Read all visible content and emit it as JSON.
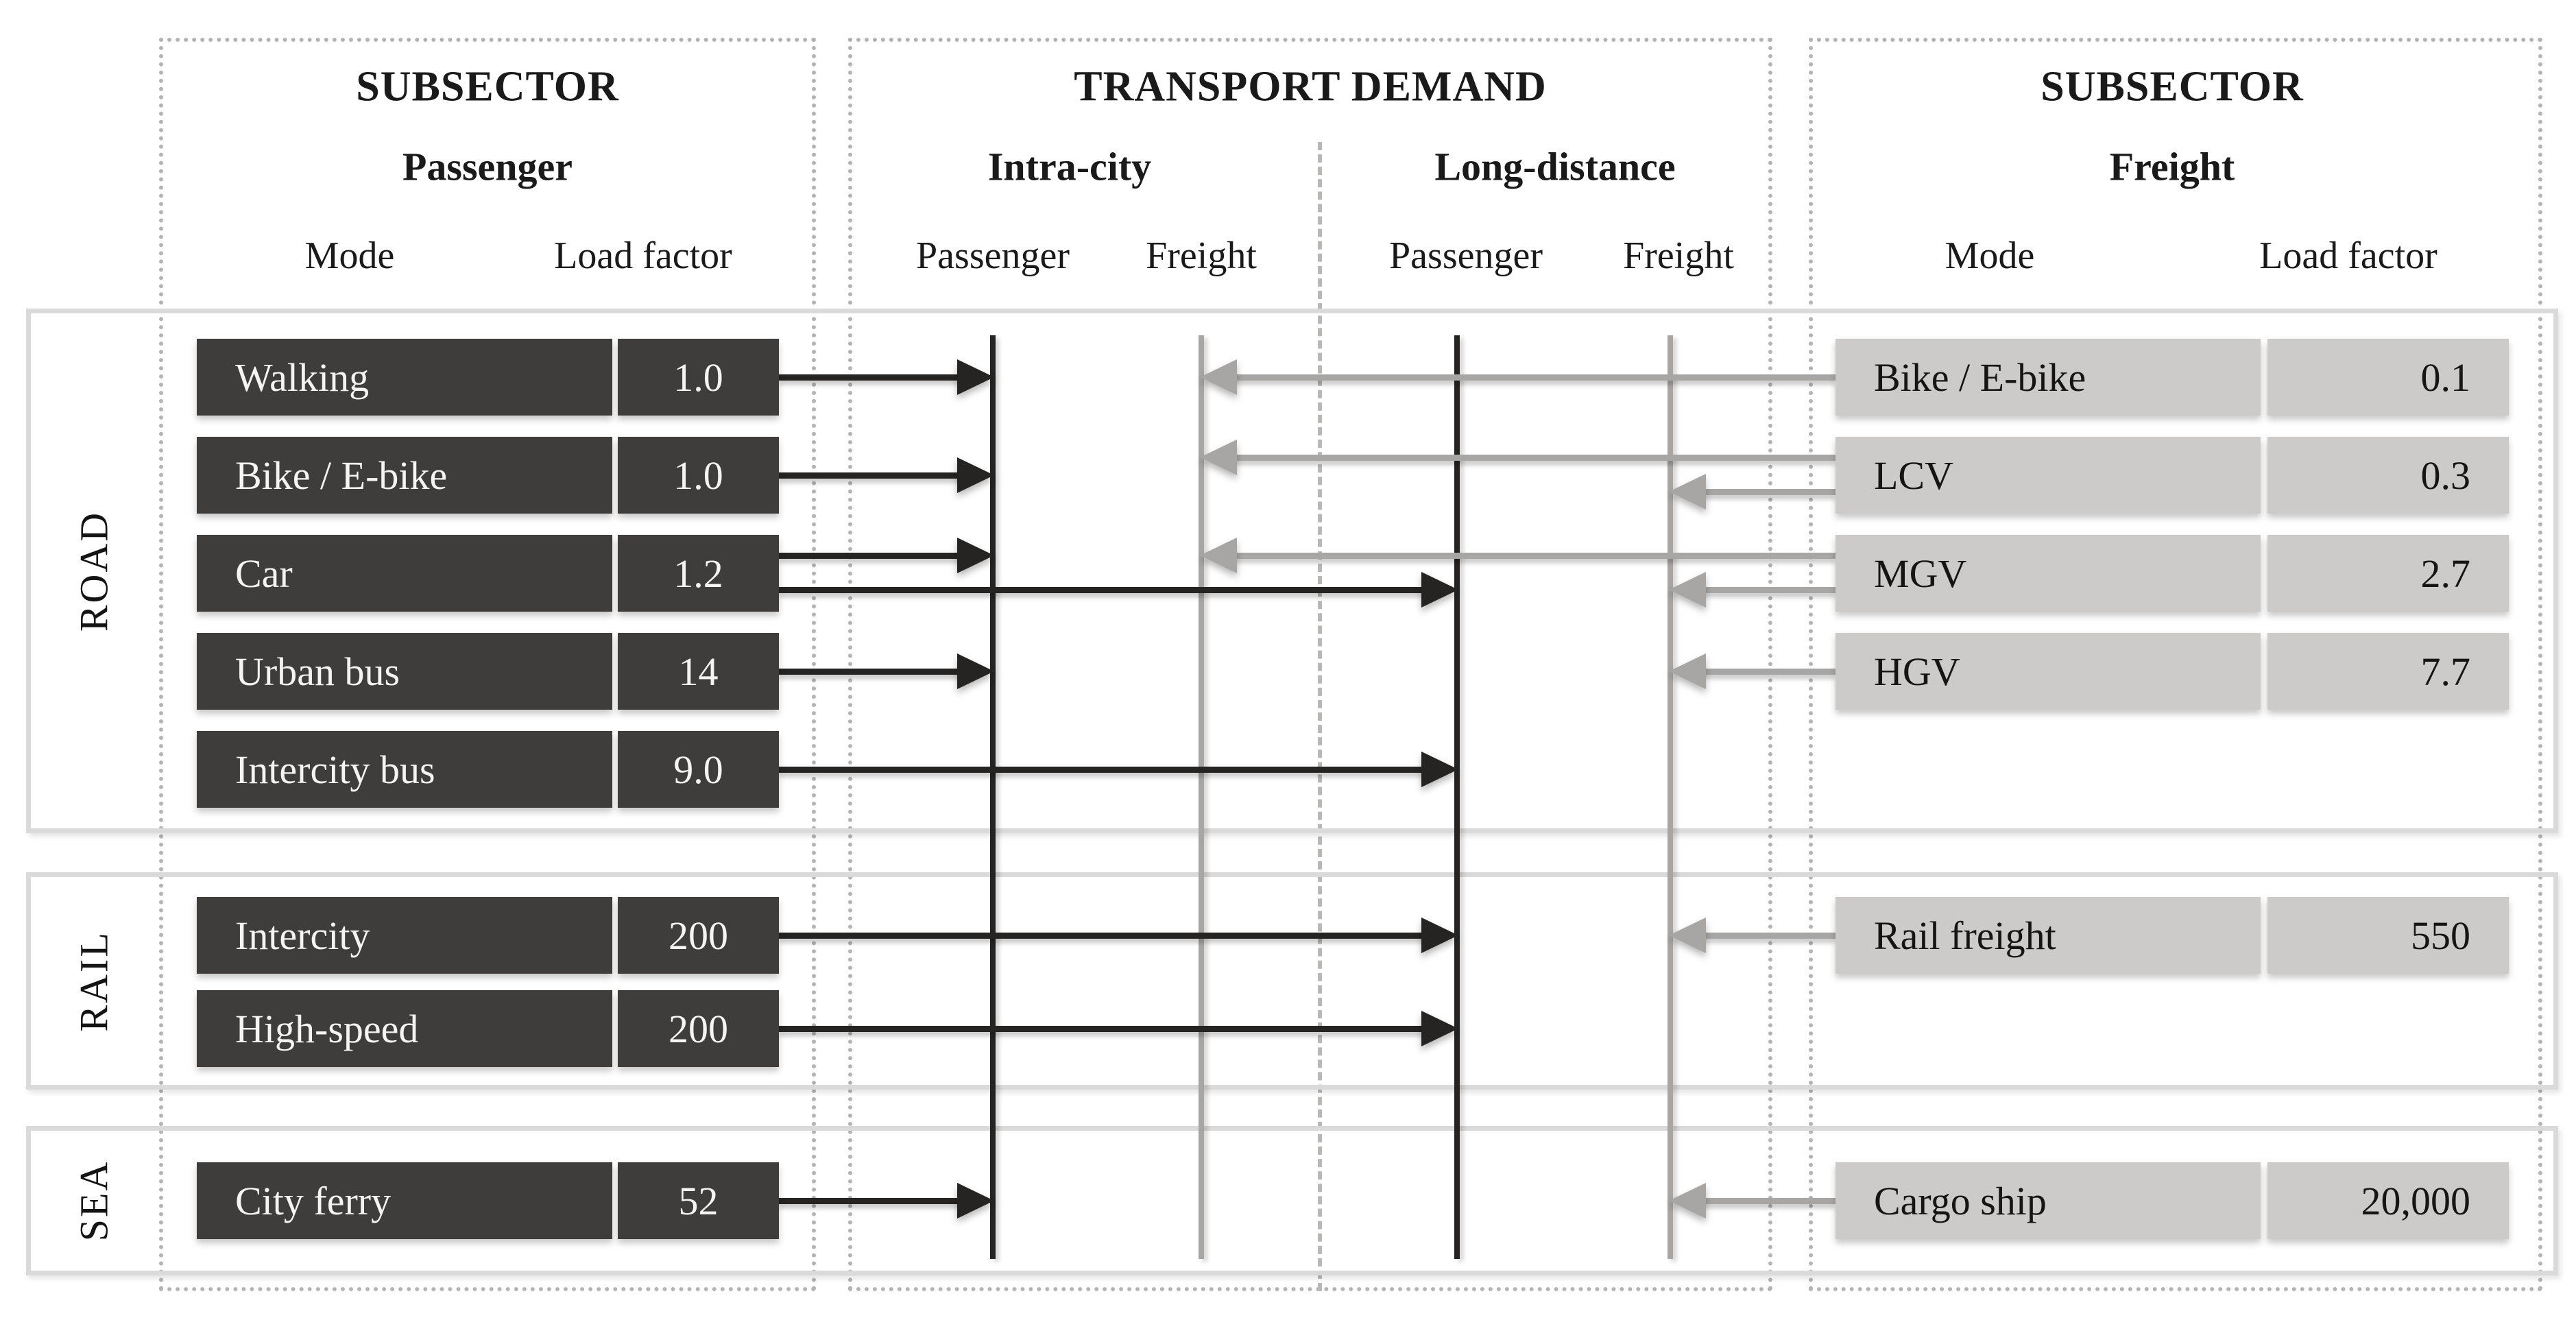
{
  "titles": {
    "left_panel": {
      "title": "SUBSECTOR",
      "subtitle": "Passenger",
      "mode_col": "Mode",
      "load_col": "Load factor"
    },
    "demand_panel": {
      "title": "TRANSPORT DEMAND",
      "groups": [
        {
          "label": "Intra-city",
          "columns": [
            {
              "id": "intra_passenger",
              "label": "Passenger"
            },
            {
              "id": "intra_freight",
              "label": "Freight"
            }
          ]
        },
        {
          "label": "Long-distance",
          "columns": [
            {
              "id": "long_passenger",
              "label": "Passenger"
            },
            {
              "id": "long_freight",
              "label": "Freight"
            }
          ]
        }
      ]
    },
    "right_panel": {
      "title": "SUBSECTOR",
      "subtitle": "Freight",
      "mode_col": "Mode",
      "load_col": "Load factor"
    }
  },
  "demand_lines": [
    {
      "id": "intra_passenger",
      "group": "Intra-city",
      "label": "Passenger",
      "kind": "passenger"
    },
    {
      "id": "intra_freight",
      "group": "Intra-city",
      "label": "Freight",
      "kind": "freight"
    },
    {
      "id": "long_passenger",
      "group": "Long-distance",
      "label": "Passenger",
      "kind": "passenger"
    },
    {
      "id": "long_freight",
      "group": "Long-distance",
      "label": "Freight",
      "kind": "freight"
    }
  ],
  "sectors": [
    {
      "id": "road",
      "label": "ROAD",
      "passenger_modes": [
        {
          "mode": "Walking",
          "load_factor": "1.0",
          "demand": [
            "intra_passenger"
          ]
        },
        {
          "mode": "Bike / E-bike",
          "load_factor": "1.0",
          "demand": [
            "intra_passenger"
          ]
        },
        {
          "mode": "Car",
          "load_factor": "1.2",
          "demand": [
            "intra_passenger",
            "long_passenger"
          ]
        },
        {
          "mode": "Urban bus",
          "load_factor": "14",
          "demand": [
            "intra_passenger"
          ]
        },
        {
          "mode": "Intercity bus",
          "load_factor": "9.0",
          "demand": [
            "long_passenger"
          ]
        }
      ],
      "freight_modes": [
        {
          "mode": "Bike / E-bike",
          "load_factor": "0.1",
          "demand": [
            "intra_freight"
          ]
        },
        {
          "mode": "LCV",
          "load_factor": "0.3",
          "demand": [
            "intra_freight",
            "long_freight"
          ]
        },
        {
          "mode": "MGV",
          "load_factor": "2.7",
          "demand": [
            "intra_freight",
            "long_freight"
          ]
        },
        {
          "mode": "HGV",
          "load_factor": "7.7",
          "demand": [
            "long_freight"
          ]
        }
      ]
    },
    {
      "id": "rail",
      "label": "RAIL",
      "passenger_modes": [
        {
          "mode": "Intercity",
          "load_factor": "200",
          "demand": [
            "long_passenger"
          ]
        },
        {
          "mode": "High-speed",
          "load_factor": "200",
          "demand": [
            "long_passenger"
          ]
        }
      ],
      "freight_modes": [
        {
          "mode": "Rail freight",
          "load_factor": "550",
          "demand": [
            "long_freight"
          ]
        }
      ]
    },
    {
      "id": "sea",
      "label": "SEA",
      "passenger_modes": [
        {
          "mode": "City ferry",
          "load_factor": "52",
          "demand": [
            "intra_passenger"
          ]
        }
      ],
      "freight_modes": [
        {
          "mode": "Cargo ship",
          "load_factor": "20,000",
          "demand": [
            "long_freight"
          ]
        }
      ]
    }
  ],
  "colors": {
    "dark_box": "#3f3d3c",
    "light_box": "#cccbca",
    "passenger_line": "#262423",
    "freight_line": "#a8a6a5",
    "band_border": "#dadada",
    "dotted_border": "#b5b4b3",
    "text_on_dark": "#f5f4f2",
    "text": "#1a1a1a"
  }
}
